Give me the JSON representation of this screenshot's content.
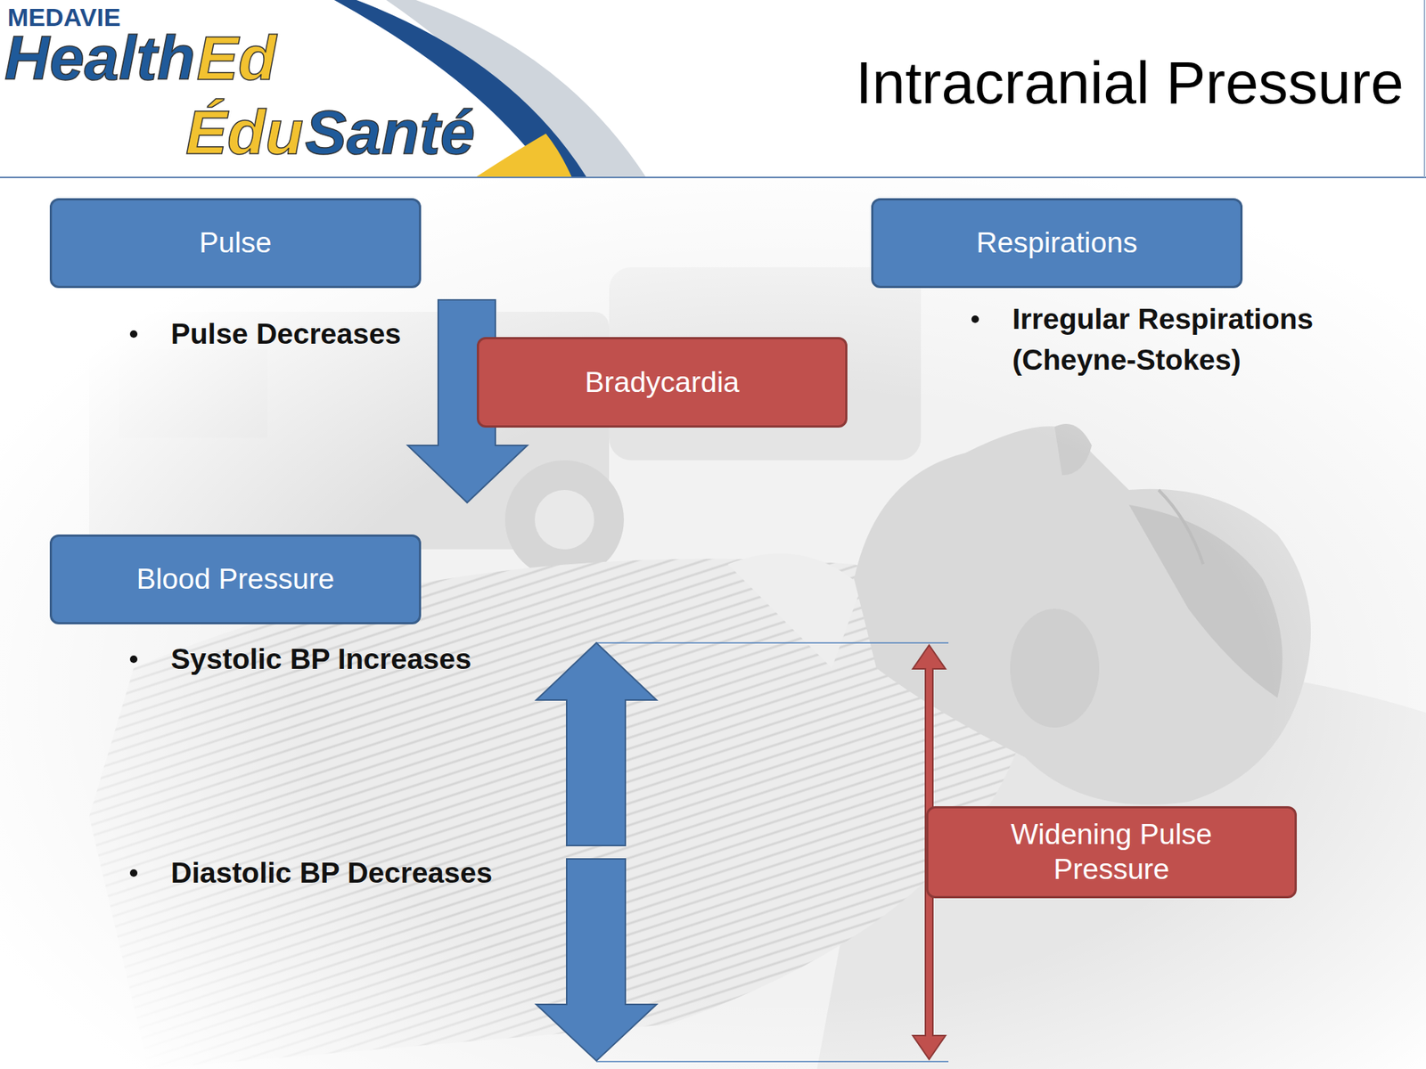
{
  "diagram": {
    "title": "Intracranial Pressure",
    "nodes": [
      {
        "text": [
          "Pulse"
        ]
      },
      {
        "text": [
          "Respirations"
        ]
      },
      {
        "text": [
          "Bradycardia"
        ]
      },
      {
        "text": [
          "Blood Pressure"
        ]
      },
      {
        "text": [
          "Widening Pulse Pressure"
        ]
      }
    ],
    "labels": [
      "MEDAVIE",
      "Health",
      "Ed",
      "Édu",
      "Santé",
      "Pulse Decreases",
      "Irregular Respirations (Cheyne-Stokes)",
      "Systolic BP Increases",
      "Diastolic BP Decreases"
    ]
  }
}
